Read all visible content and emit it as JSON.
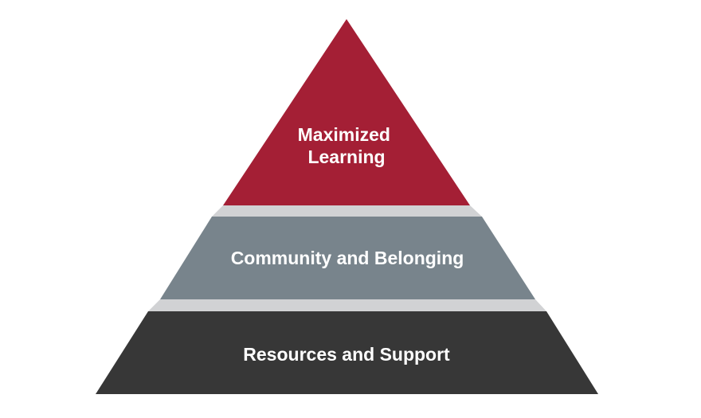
{
  "pyramid": {
    "tiers": [
      {
        "level": "top",
        "label_lines": [
          "Maximized",
          "Learning"
        ],
        "color": "#A41F35"
      },
      {
        "level": "middle",
        "label_lines": [
          "Community and Belonging"
        ],
        "color": "#78848C"
      },
      {
        "level": "bottom",
        "label_lines": [
          "Resources and Support"
        ],
        "color": "#373737"
      }
    ],
    "connector_color": "#D1D2D4"
  }
}
